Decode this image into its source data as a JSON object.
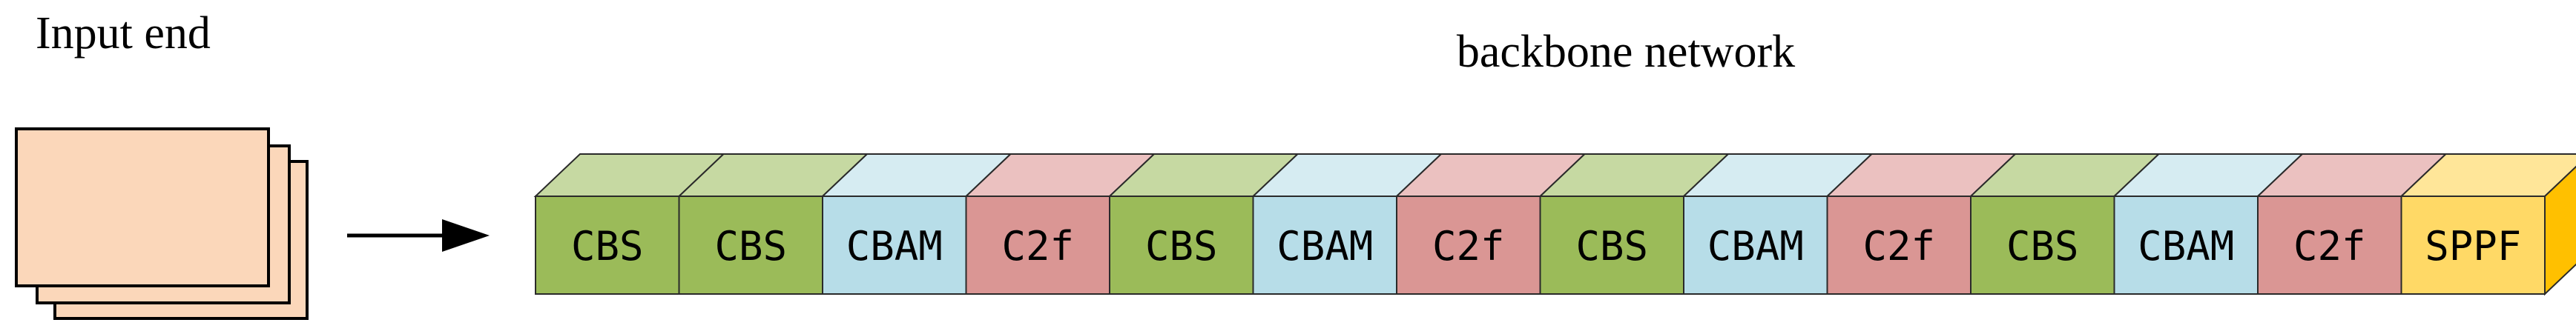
{
  "input": {
    "title": "Input end",
    "card_color": "#FBD7BA"
  },
  "backbone": {
    "title": "backbone network",
    "blocks": [
      {
        "label": "CBS",
        "type": "CBS"
      },
      {
        "label": "CBS",
        "type": "CBS"
      },
      {
        "label": "CBAM",
        "type": "CBAM"
      },
      {
        "label": "C2f",
        "type": "C2f"
      },
      {
        "label": "CBS",
        "type": "CBS"
      },
      {
        "label": "CBAM",
        "type": "CBAM"
      },
      {
        "label": "C2f",
        "type": "C2f"
      },
      {
        "label": "CBS",
        "type": "CBS"
      },
      {
        "label": "CBAM",
        "type": "CBAM"
      },
      {
        "label": "C2f",
        "type": "C2f"
      },
      {
        "label": "CBS",
        "type": "CBS"
      },
      {
        "label": "CBAM",
        "type": "CBAM"
      },
      {
        "label": "C2f",
        "type": "C2f"
      },
      {
        "label": "SPPF",
        "type": "SPPF"
      }
    ]
  },
  "colors": {
    "CBS": {
      "front": "#9BBB59",
      "top": "#C6D9A2"
    },
    "CBAM": {
      "front": "#B7DDE8",
      "top": "#D6ECF2"
    },
    "C2f": {
      "front": "#DA9694",
      "top": "#EBC1C0"
    },
    "SPPF": {
      "front": "#FFD966",
      "top": "#FFE699",
      "side": "#FFC000"
    }
  }
}
